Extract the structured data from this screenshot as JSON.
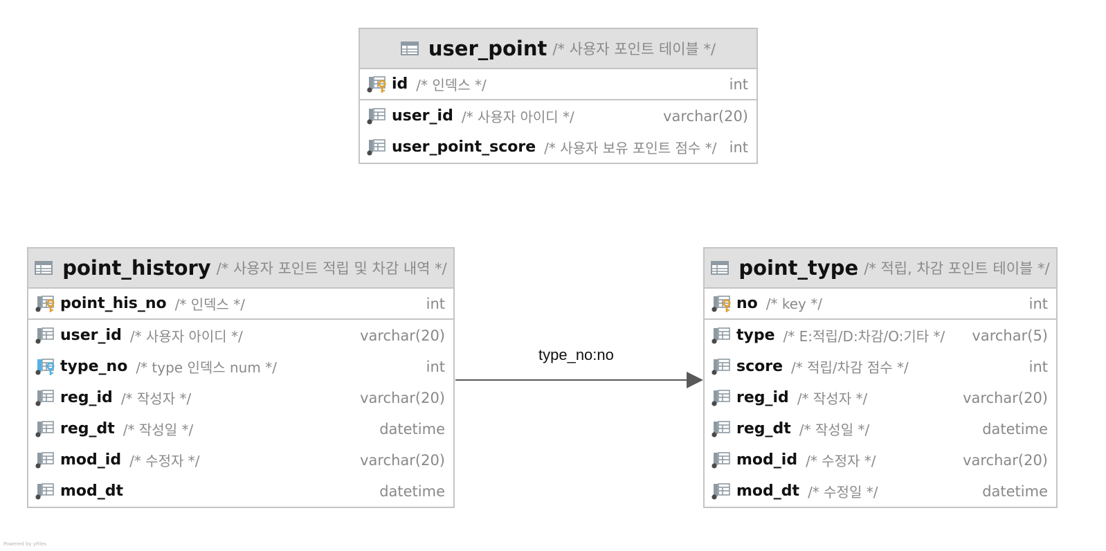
{
  "tables": {
    "user_point": {
      "name": "user_point",
      "comment": "/* 사용자 포인트 테이블 */",
      "columns": [
        {
          "name": "id",
          "comment": "/* 인덱스 */",
          "type": "int",
          "icon": "primary-key-icon"
        },
        {
          "name": "user_id",
          "comment": "/* 사용자 아이디 */",
          "type": "varchar(20)",
          "icon": "column-icon"
        },
        {
          "name": "user_point_score",
          "comment": "/* 사용자 보유 포인트 점수 */",
          "type": "int",
          "icon": "column-icon"
        }
      ]
    },
    "point_history": {
      "name": "point_history",
      "comment": "/* 사용자 포인트 적립 및 차감 내역 */",
      "columns": [
        {
          "name": "point_his_no",
          "comment": "/* 인덱스 */",
          "type": "int",
          "icon": "primary-key-icon"
        },
        {
          "name": "user_id",
          "comment": "/* 사용자 아이디 */",
          "type": "varchar(20)",
          "icon": "column-icon"
        },
        {
          "name": "type_no",
          "comment": "/* type 인덱스 num */",
          "type": "int",
          "icon": "foreign-key-icon"
        },
        {
          "name": "reg_id",
          "comment": "/* 작성자 */",
          "type": "varchar(20)",
          "icon": "column-icon"
        },
        {
          "name": "reg_dt",
          "comment": "/* 작성일 */",
          "type": "datetime",
          "icon": "column-icon"
        },
        {
          "name": "mod_id",
          "comment": "/* 수정자 */",
          "type": "varchar(20)",
          "icon": "column-icon"
        },
        {
          "name": "mod_dt",
          "comment": "",
          "type": "datetime",
          "icon": "column-icon"
        }
      ]
    },
    "point_type": {
      "name": "point_type",
      "comment": "/* 적립, 차감 포인트 테이블 */",
      "columns": [
        {
          "name": "no",
          "comment": "/* key */",
          "type": "int",
          "icon": "primary-key-icon"
        },
        {
          "name": "type",
          "comment": "/* E:적립/D:차감/O:기타 */",
          "type": "varchar(5)",
          "icon": "column-icon"
        },
        {
          "name": "score",
          "comment": "/* 적립/차감 점수 */",
          "type": "int",
          "icon": "column-icon"
        },
        {
          "name": "reg_id",
          "comment": "/* 작성자 */",
          "type": "varchar(20)",
          "icon": "column-icon"
        },
        {
          "name": "reg_dt",
          "comment": "/* 작성일 */",
          "type": "datetime",
          "icon": "column-icon"
        },
        {
          "name": "mod_id",
          "comment": "/* 수정자 */",
          "type": "varchar(20)",
          "icon": "column-icon"
        },
        {
          "name": "mod_dt",
          "comment": "/* 수정일 */",
          "type": "datetime",
          "icon": "column-icon"
        }
      ]
    }
  },
  "relationship": {
    "label": "type_no:no",
    "from": "point_history.type_no",
    "to": "point_type"
  },
  "watermark": "Powered by yFiles",
  "colors": {
    "header_bg": "#e0e0e0",
    "border": "#c4c4c4",
    "pk_key": "#e0a030",
    "fk_key": "#4fb3e6",
    "arrow": "#595959"
  }
}
